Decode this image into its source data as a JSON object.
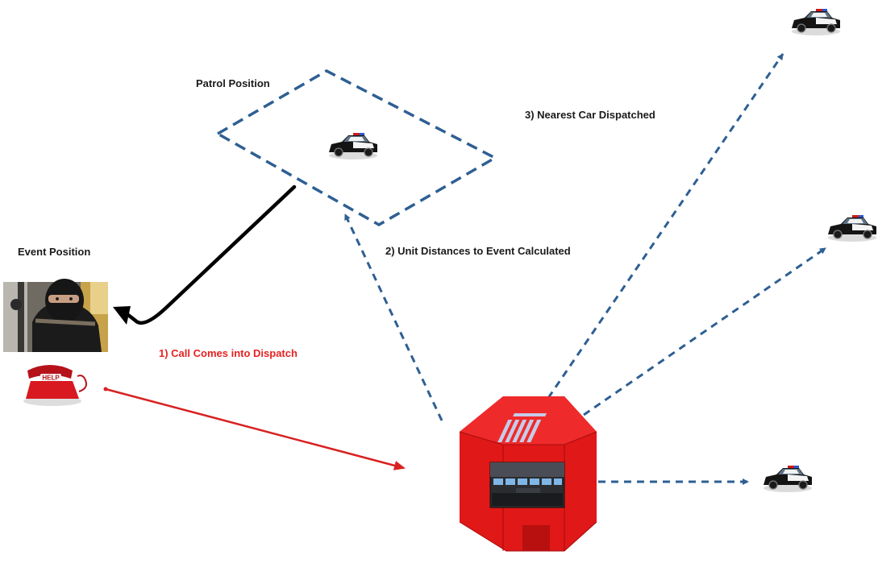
{
  "labels": {
    "patrol_position": "Patrol Position",
    "event_position": "Event Position",
    "step1": "1) Call Comes into Dispatch",
    "step2": "2) Unit Distances to Event Calculated",
    "step3": "3) Nearest Car Dispatched"
  },
  "phone_text": "HELP",
  "icons": {
    "police_car": "police-car-icon",
    "burglar": "burglar-photo",
    "phone": "red-help-phone-icon",
    "dispatch_center": "dispatch-center-building-icon"
  },
  "colors": {
    "dashed_blue": "#2e5f93",
    "call_arrow_red": "#d92121",
    "label_red": "#e52222",
    "event_arrow_black": "#000000",
    "building_red": "#e01818"
  }
}
